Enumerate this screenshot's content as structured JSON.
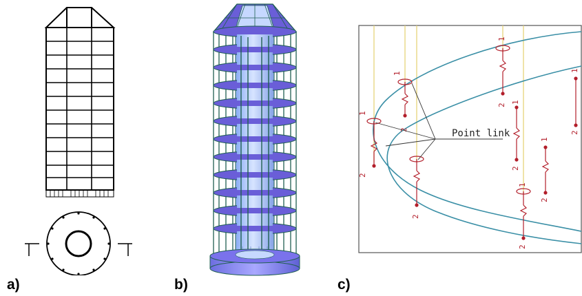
{
  "figure": {
    "panel_labels": {
      "a": "a)",
      "b": "b)",
      "c": "c)"
    },
    "annotation": {
      "text": "Point link"
    },
    "spring_numbers": {
      "one": "1",
      "two": "2"
    },
    "colors": {
      "line": "#000000",
      "slab": "#7a6ee8",
      "core": "#b8d0ff",
      "frame": "#1f5f50",
      "ellipse": "#3a8fa6",
      "spring": "#b21e2a",
      "guide": "#e6d47a"
    }
  }
}
